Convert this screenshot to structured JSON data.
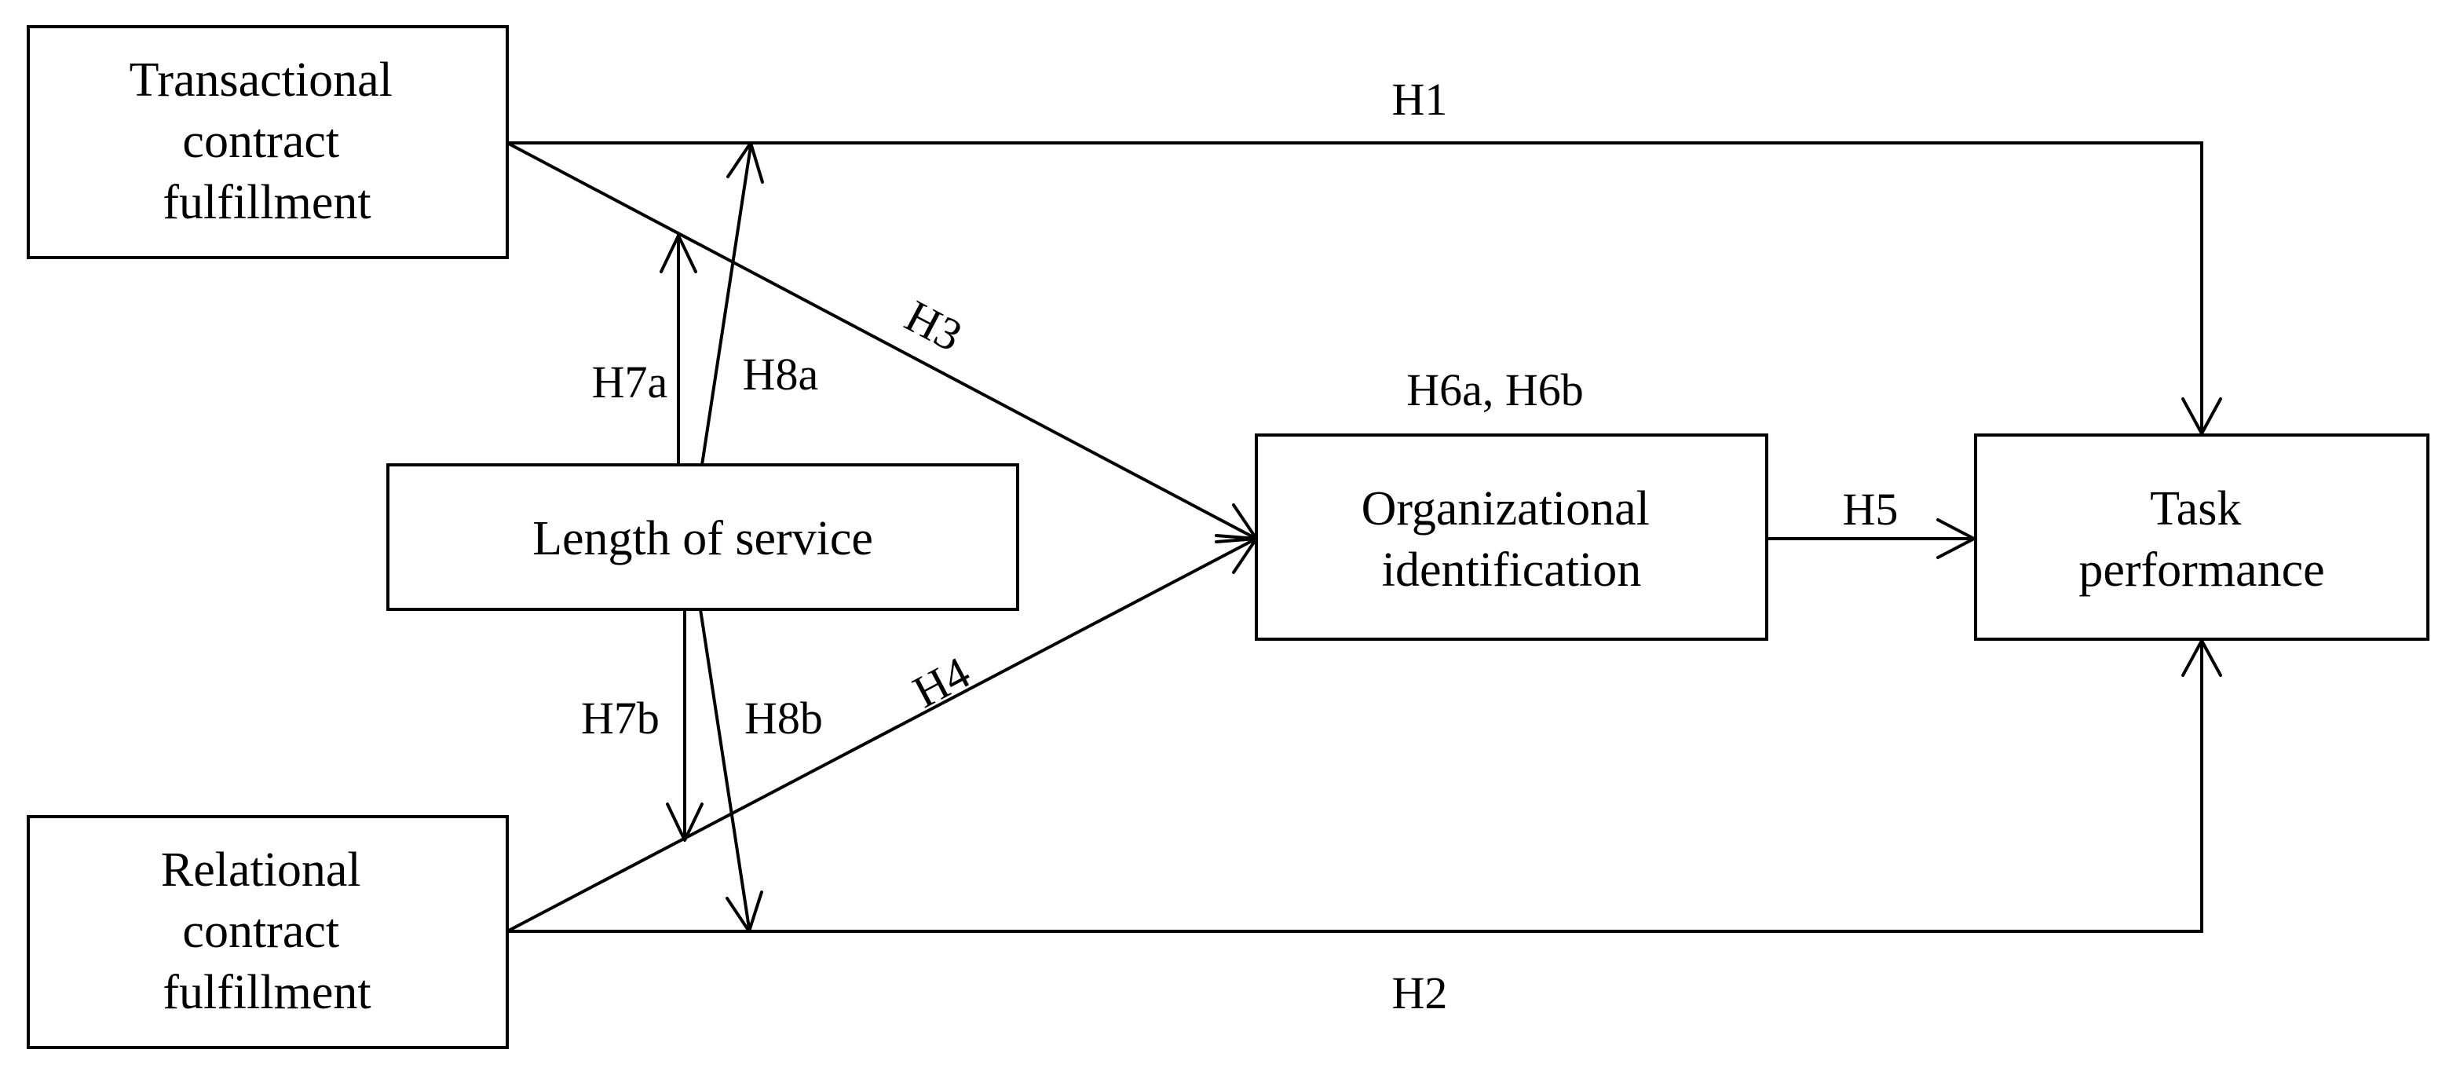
{
  "nodes": {
    "transactional": {
      "lines": [
        "Transactional",
        "contract",
        "fulfillment"
      ]
    },
    "relational": {
      "lines": [
        "Relational",
        "contract",
        "fulfillment"
      ]
    },
    "length": {
      "lines": [
        "Length of service"
      ]
    },
    "orgid": {
      "lines": [
        "Organizational",
        "identification"
      ]
    },
    "task": {
      "lines": [
        "Task",
        "performance"
      ]
    }
  },
  "edges": {
    "h1": "H1",
    "h2": "H2",
    "h3": "H3",
    "h4": "H4",
    "h5": "H5",
    "h6": "H6a, H6b",
    "h7a": "H7a",
    "h7b": "H7b",
    "h8a": "H8a",
    "h8b": "H8b"
  }
}
